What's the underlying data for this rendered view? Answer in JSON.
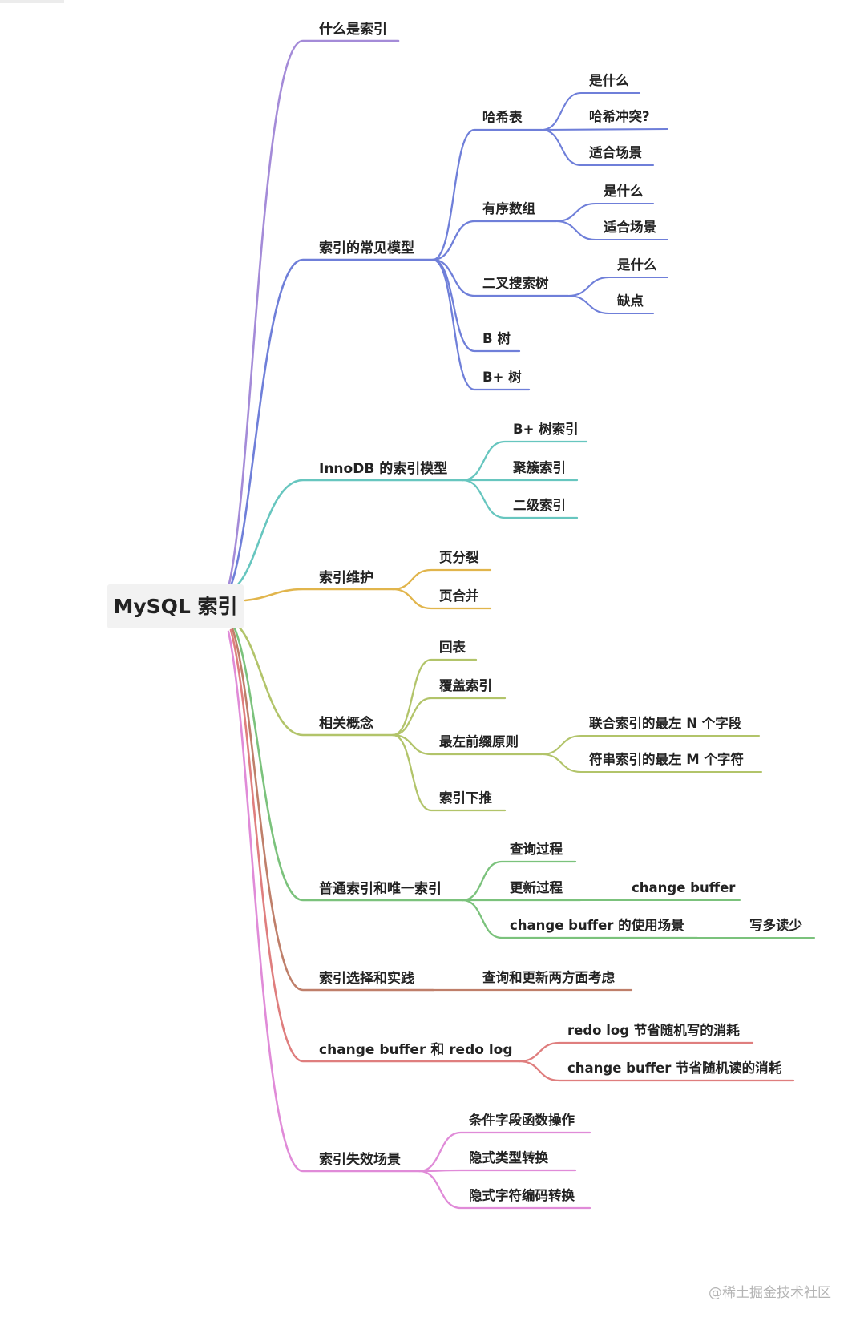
{
  "root": {
    "label": "MySQL 索引"
  },
  "branches": [
    {
      "label": "什么是索引",
      "color": "#a48bd8",
      "children": []
    },
    {
      "label": "索引的常见模型",
      "color": "#6f7fd9",
      "children": [
        {
          "label": "哈希表",
          "children": [
            "是什么",
            "哈希冲突?",
            "适合场景"
          ]
        },
        {
          "label": "有序数组",
          "children": [
            "是什么",
            "适合场景"
          ]
        },
        {
          "label": "二叉搜索树",
          "children": [
            "是什么",
            "缺点"
          ]
        },
        {
          "label": "B 树",
          "children": []
        },
        {
          "label": "B+ 树",
          "children": []
        }
      ]
    },
    {
      "label": "InnoDB 的索引模型",
      "color": "#67c6bf",
      "children": [
        {
          "label": "B+ 树索引",
          "children": []
        },
        {
          "label": "聚簇索引",
          "children": []
        },
        {
          "label": "二级索引",
          "children": []
        }
      ]
    },
    {
      "label": "索引维护",
      "color": "#e1b54c",
      "children": [
        {
          "label": "页分裂",
          "children": []
        },
        {
          "label": "页合并",
          "children": []
        }
      ]
    },
    {
      "label": "相关概念",
      "color": "#b2c46a",
      "children": [
        {
          "label": "回表",
          "children": []
        },
        {
          "label": "覆盖索引",
          "children": []
        },
        {
          "label": "最左前缀原则",
          "children": [
            "联合索引的最左 N 个字段",
            "符串索引的最左 M 个字符"
          ]
        },
        {
          "label": "索引下推",
          "children": []
        }
      ]
    },
    {
      "label": "普通索引和唯一索引",
      "color": "#7bc27c",
      "children": [
        {
          "label": "查询过程",
          "children": []
        },
        {
          "label": "更新过程",
          "children": [
            "change buffer"
          ]
        },
        {
          "label": "change buffer 的使用场景",
          "children": [
            "写多读少"
          ]
        }
      ]
    },
    {
      "label": "索引选择和实践",
      "color": "#bf7f6a",
      "children": [
        {
          "label": "查询和更新两方面考虑",
          "children": []
        }
      ]
    },
    {
      "label": "change buffer 和 redo log",
      "color": "#df7e7e",
      "children": [
        {
          "label": "redo log 节省随机写的消耗",
          "children": []
        },
        {
          "label": "change buffer 节省随机读的消耗",
          "children": []
        }
      ]
    },
    {
      "label": "索引失效场景",
      "color": "#e08bd8",
      "children": [
        {
          "label": "条件字段函数操作",
          "children": []
        },
        {
          "label": "隐式类型转换",
          "children": []
        },
        {
          "label": "隐式字符编码转换",
          "children": []
        }
      ]
    }
  ],
  "watermark": "@稀土掘金技术社区"
}
